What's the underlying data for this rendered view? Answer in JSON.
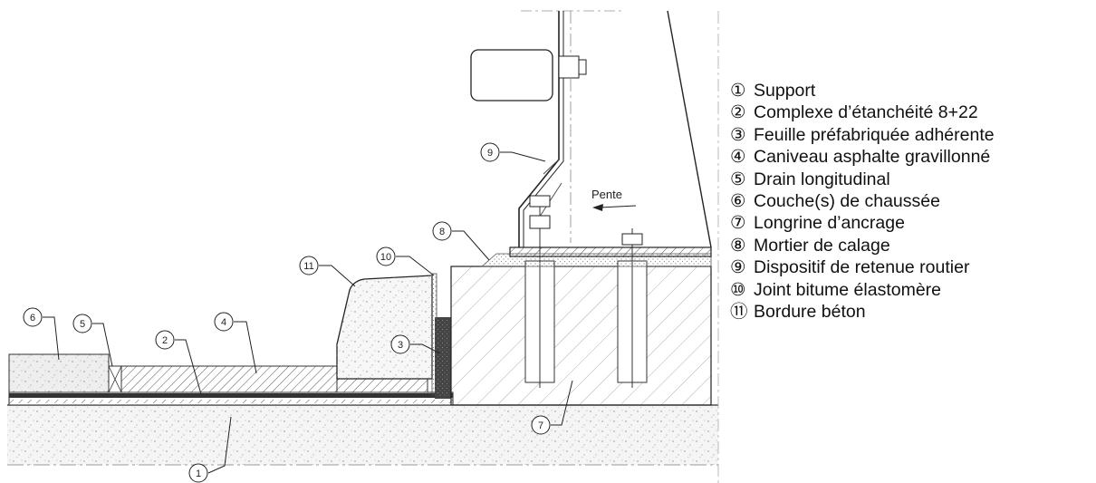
{
  "slope_label": "Pente",
  "callouts": [
    "1",
    "2",
    "3",
    "4",
    "5",
    "6",
    "7",
    "8",
    "9",
    "10",
    "11"
  ],
  "legend": [
    {
      "num": "①",
      "label": "Support"
    },
    {
      "num": "②",
      "label": "Complexe d’étanchéité 8+22"
    },
    {
      "num": "③",
      "label": "Feuille préfabriquée adhérente"
    },
    {
      "num": "④",
      "label": "Caniveau asphalte gravillonné"
    },
    {
      "num": "⑤",
      "label": "Drain longitudinal"
    },
    {
      "num": "⑥",
      "label": "Couche(s) de chaussée"
    },
    {
      "num": "⑦",
      "label": "Longrine d’ancrage"
    },
    {
      "num": "⑧",
      "label": "Mortier de calage"
    },
    {
      "num": "⑨",
      "label": "Dispositif de retenue routier"
    },
    {
      "num": "⑩",
      "label": "Joint bitume élastomère"
    },
    {
      "num": "⑪",
      "label": "Bordure béton"
    }
  ]
}
